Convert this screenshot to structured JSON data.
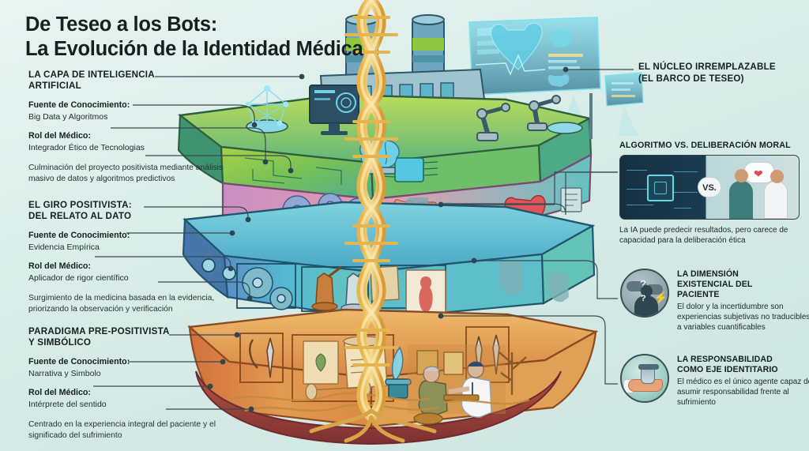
{
  "meta": {
    "background_color": "#d6e9e4",
    "accent_line_color": "#3a4a52",
    "title_color": "#16201f"
  },
  "title": {
    "line1": "De Teseo a los Bots:",
    "line2": "La Evolución de la Identidad Médica"
  },
  "layers": [
    {
      "id": "ai",
      "heading": "LA CAPA DE INTELIGENCIA ARTIFICIAL",
      "heading_line1": "LA CAPA DE INTELIGENCIA",
      "heading_line2": "ARTIFICIAL",
      "source_label": "Fuente de Conocimiento:",
      "source_value": "Big Data y Algoritmos",
      "role_label": "Rol del Médico:",
      "role_value": "Integrador Ético de Tecnologias",
      "note": "Culminación del proyecto positivista mediante análisis masivo de datos y algoritmos predictivos",
      "color": "#8dc63f"
    },
    {
      "id": "positivista",
      "heading": "EL GIRO POSITIVISTA: DEL RELATO AL DATO",
      "heading_line1": "EL GIRO POSITIVISTA:",
      "heading_line2": "DEL RELATO AL DATO",
      "source_label": "Fuente de Conocimiento:",
      "source_value": "Evidencia Empírica",
      "role_label": "Rol del Médico:",
      "role_value": "Aplicador de rigor científico",
      "note": "Surgimiento de la medicina basada en la evidencia, priorizando la observación y verificación",
      "color": "#4aa8c4"
    },
    {
      "id": "pre-positivista",
      "heading": "PARADIGMA PRE-POSITIVISTA Y SIMBÓLICO",
      "heading_line1": "PARADIGMA PRE-POSITIVISTA",
      "heading_line2": "Y SIMBÓLICO",
      "source_label": "Fuente de Conocimiento:",
      "source_value": "Narrativa y Simbolo",
      "role_label": "Rol del Médico:",
      "role_value": "Intérprete del sentido",
      "note": "Centrado en la experiencia integral del paciente y el significado del sufrimiento",
      "color": "#d2733b"
    }
  ],
  "core": {
    "label_line1": "EL NÚCLEO IRREMPLAZABLE",
    "label_line2": "(EL BARCO DE TESEO)"
  },
  "algo_panel": {
    "title": "ALGORITMO VS. DELIBERACIÓN MORAL",
    "vs_text": "VS.",
    "caption": "La IA puede predecir resultados, pero carece de capacidad para la deliberación ética"
  },
  "callouts": [
    {
      "id": "existencial",
      "title_line1": "LA DIMENSIÓN",
      "title_line2": "EXISTENCIAL DEL",
      "title_line3": "PACIENTE",
      "body": "El dolor y la incertidumbre son experiencias subjetivas no traducibles a variables cuantificables",
      "icon": "storm-cloud-silhouette-icon",
      "question_mark": "?"
    },
    {
      "id": "responsabilidad",
      "title_line1": "LA RESPONSABILIDAD",
      "title_line2": "COMO EJE IDENTITARIO",
      "body": "El médico es el único agente capaz de asumir responsabilidad frente al sufrimiento",
      "icon": "hand-holding-vessel-icon"
    }
  ],
  "illustration": {
    "name": "ship-of-theseus-cutaway",
    "central_motif": "dna-double-helix",
    "deck_top": {
      "name": "ai-deck",
      "items": [
        "hologram-network-icon",
        "monitor-icon",
        "brain-icon",
        "circuit-board-icon",
        "robotic-arm-icon",
        "smokestack-icon",
        "holographic-medical-display"
      ]
    },
    "deck_middle": {
      "name": "positivist-deck",
      "items": [
        "microscope-icon",
        "gears-icon",
        "anatomy-chart-icon",
        "heart-icon",
        "clipboard-icon",
        "engine-icon"
      ]
    },
    "deck_bottom": {
      "name": "pre-positivist-deck",
      "items": [
        "scroll-icon",
        "quill-icon",
        "inkwell-icon",
        "ancient-tools-icon",
        "doctor-patient-scene",
        "roots-icon",
        "tree-icon"
      ]
    }
  }
}
